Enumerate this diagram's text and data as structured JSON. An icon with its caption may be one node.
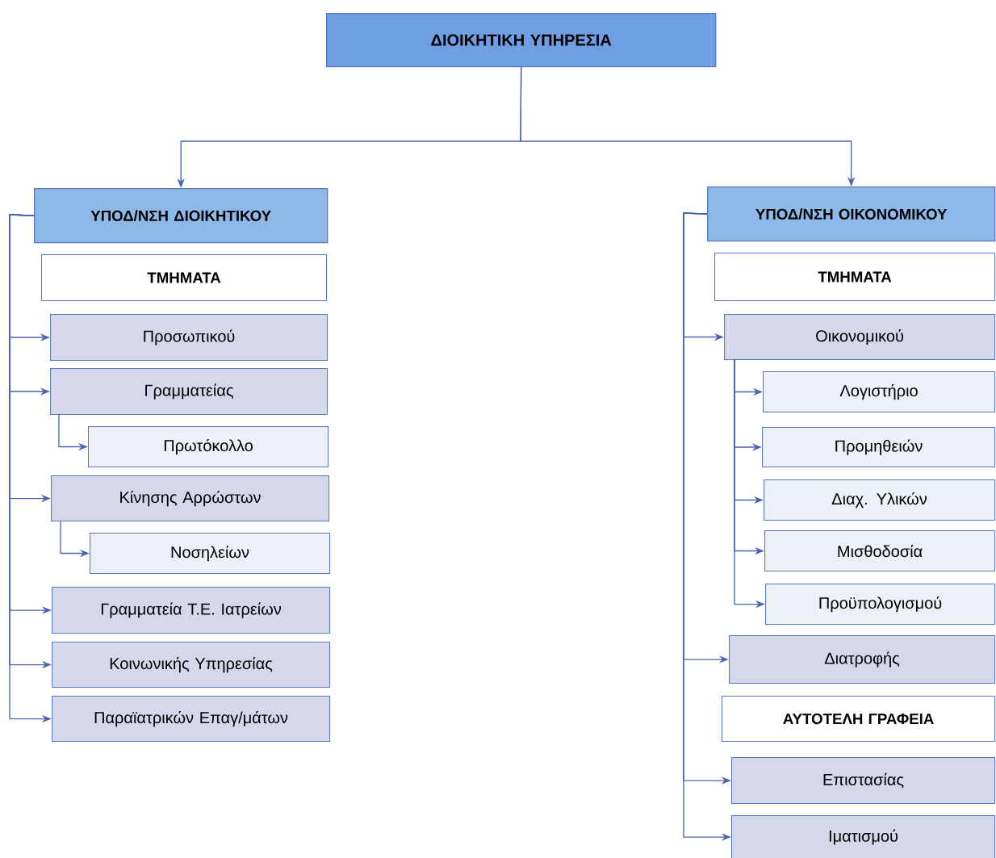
{
  "diagram": {
    "nodes": [
      {
        "text": [
          "ΔΙΟΙΚΗΤΙΚΗ ΥΠΗΡΕΣΙΑ"
        ]
      },
      {
        "text": [
          "ΥΠΟΔ/ΝΣΗ ΔΙΟΙΚΗΤΙΚΟΥ"
        ]
      },
      {
        "text": [
          "ΤΜΗΜΑΤΑ"
        ]
      },
      {
        "text": [
          "Προσωπικού"
        ]
      },
      {
        "text": [
          "Γραμματείας"
        ]
      },
      {
        "text": [
          "Πρωτόκολλο"
        ]
      },
      {
        "text": [
          "Κίνησης Αρρώστων"
        ]
      },
      {
        "text": [
          "Νοσηλείων"
        ]
      },
      {
        "text": [
          "Γραμματεία Τ.Ε. Ιατρείων"
        ]
      },
      {
        "text": [
          "Κοινωνικής Υπηρεσίας"
        ]
      },
      {
        "text": [
          "Παραϊατρικών Επαγ/μάτων"
        ]
      },
      {
        "text": [
          "ΥΠΟΔ/ΝΣΗ ΟΙΚΟΝΟΜΙΚΟΥ"
        ]
      },
      {
        "text": [
          "ΤΜΗΜΑΤΑ"
        ]
      },
      {
        "text": [
          "Οικονομικού"
        ]
      },
      {
        "text": [
          "Λογιστήριο"
        ]
      },
      {
        "text": [
          "Προμηθειών"
        ]
      },
      {
        "text": [
          "Διαχ. Υλικών"
        ]
      },
      {
        "text": [
          "Μισθοδοσία"
        ]
      },
      {
        "text": [
          "Προϋπολογισμού"
        ]
      },
      {
        "text": [
          "Διατροφής"
        ]
      },
      {
        "text": [
          "ΑΥΤΟΤΕΛΗ ΓΡΑΦΕΙΑ"
        ]
      },
      {
        "text": [
          "Επιστασίας"
        ]
      },
      {
        "text": [
          "Ιματισμού"
        ]
      }
    ],
    "edges": [
      {
        "from": 0,
        "to": 1,
        "arrow": "to"
      },
      {
        "from": 0,
        "to": 11,
        "arrow": "to"
      },
      {
        "from": 1,
        "to": 3,
        "arrow": "to"
      },
      {
        "from": 1,
        "to": 4,
        "arrow": "to"
      },
      {
        "from": 4,
        "to": 5,
        "arrow": "to"
      },
      {
        "from": 1,
        "to": 6,
        "arrow": "to"
      },
      {
        "from": 6,
        "to": 7,
        "arrow": "to"
      },
      {
        "from": 1,
        "to": 8,
        "arrow": "to"
      },
      {
        "from": 1,
        "to": 9,
        "arrow": "to"
      },
      {
        "from": 1,
        "to": 10,
        "arrow": "to"
      },
      {
        "from": 11,
        "to": 13,
        "arrow": "to"
      },
      {
        "from": 13,
        "to": 14,
        "arrow": "to"
      },
      {
        "from": 13,
        "to": 15,
        "arrow": "to"
      },
      {
        "from": 13,
        "to": 16,
        "arrow": "to"
      },
      {
        "from": 13,
        "to": 17,
        "arrow": "to"
      },
      {
        "from": 13,
        "to": 18,
        "arrow": "to"
      },
      {
        "from": 11,
        "to": 19,
        "arrow": "to"
      },
      {
        "from": 11,
        "to": 21,
        "arrow": "to"
      },
      {
        "from": 11,
        "to": 22,
        "arrow": "to"
      }
    ]
  }
}
